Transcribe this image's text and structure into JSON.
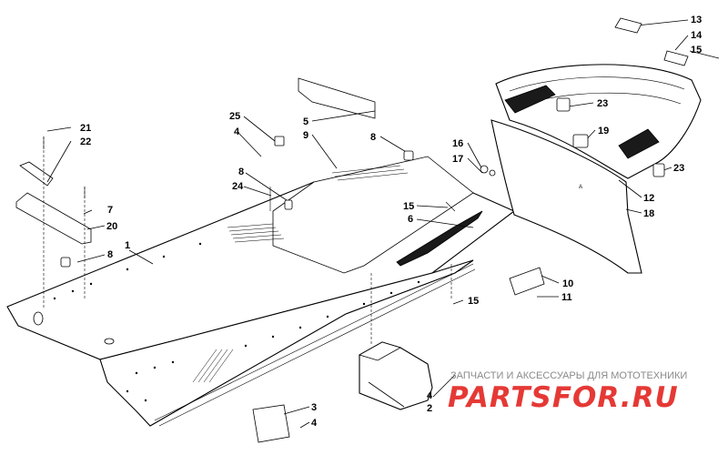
{
  "callouts": [
    {
      "id": "c1",
      "label": "1"
    },
    {
      "id": "c2",
      "label": "2"
    },
    {
      "id": "c3",
      "label": "3"
    },
    {
      "id": "c4a",
      "label": "4"
    },
    {
      "id": "c4b",
      "label": "4"
    },
    {
      "id": "c4c",
      "label": "4"
    },
    {
      "id": "c5",
      "label": "5"
    },
    {
      "id": "c6",
      "label": "6"
    },
    {
      "id": "c7",
      "label": "7"
    },
    {
      "id": "c8a",
      "label": "8"
    },
    {
      "id": "c8b",
      "label": "8"
    },
    {
      "id": "c8c",
      "label": "8"
    },
    {
      "id": "c9",
      "label": "9"
    },
    {
      "id": "c10",
      "label": "10"
    },
    {
      "id": "c11",
      "label": "11"
    },
    {
      "id": "c12",
      "label": "12"
    },
    {
      "id": "c13",
      "label": "13"
    },
    {
      "id": "c14",
      "label": "14"
    },
    {
      "id": "c15a",
      "label": "15"
    },
    {
      "id": "c15b",
      "label": "15"
    },
    {
      "id": "c15c",
      "label": "15"
    },
    {
      "id": "c16",
      "label": "16"
    },
    {
      "id": "c17",
      "label": "17"
    },
    {
      "id": "c18",
      "label": "18"
    },
    {
      "id": "c19",
      "label": "19"
    },
    {
      "id": "c20",
      "label": "20"
    },
    {
      "id": "c21",
      "label": "21"
    },
    {
      "id": "c22",
      "label": "22"
    },
    {
      "id": "c23a",
      "label": "23"
    },
    {
      "id": "c23b",
      "label": "23"
    },
    {
      "id": "c24",
      "label": "24"
    },
    {
      "id": "c25",
      "label": "25"
    }
  ],
  "watermark": {
    "subtitle": "ЗАПЧАСТИ И АКСЕССУАРЫ ДЛЯ МОТОТЕХНИКИ",
    "brand": "PARTSFOR.RU",
    "brand_color": "#e53935"
  }
}
